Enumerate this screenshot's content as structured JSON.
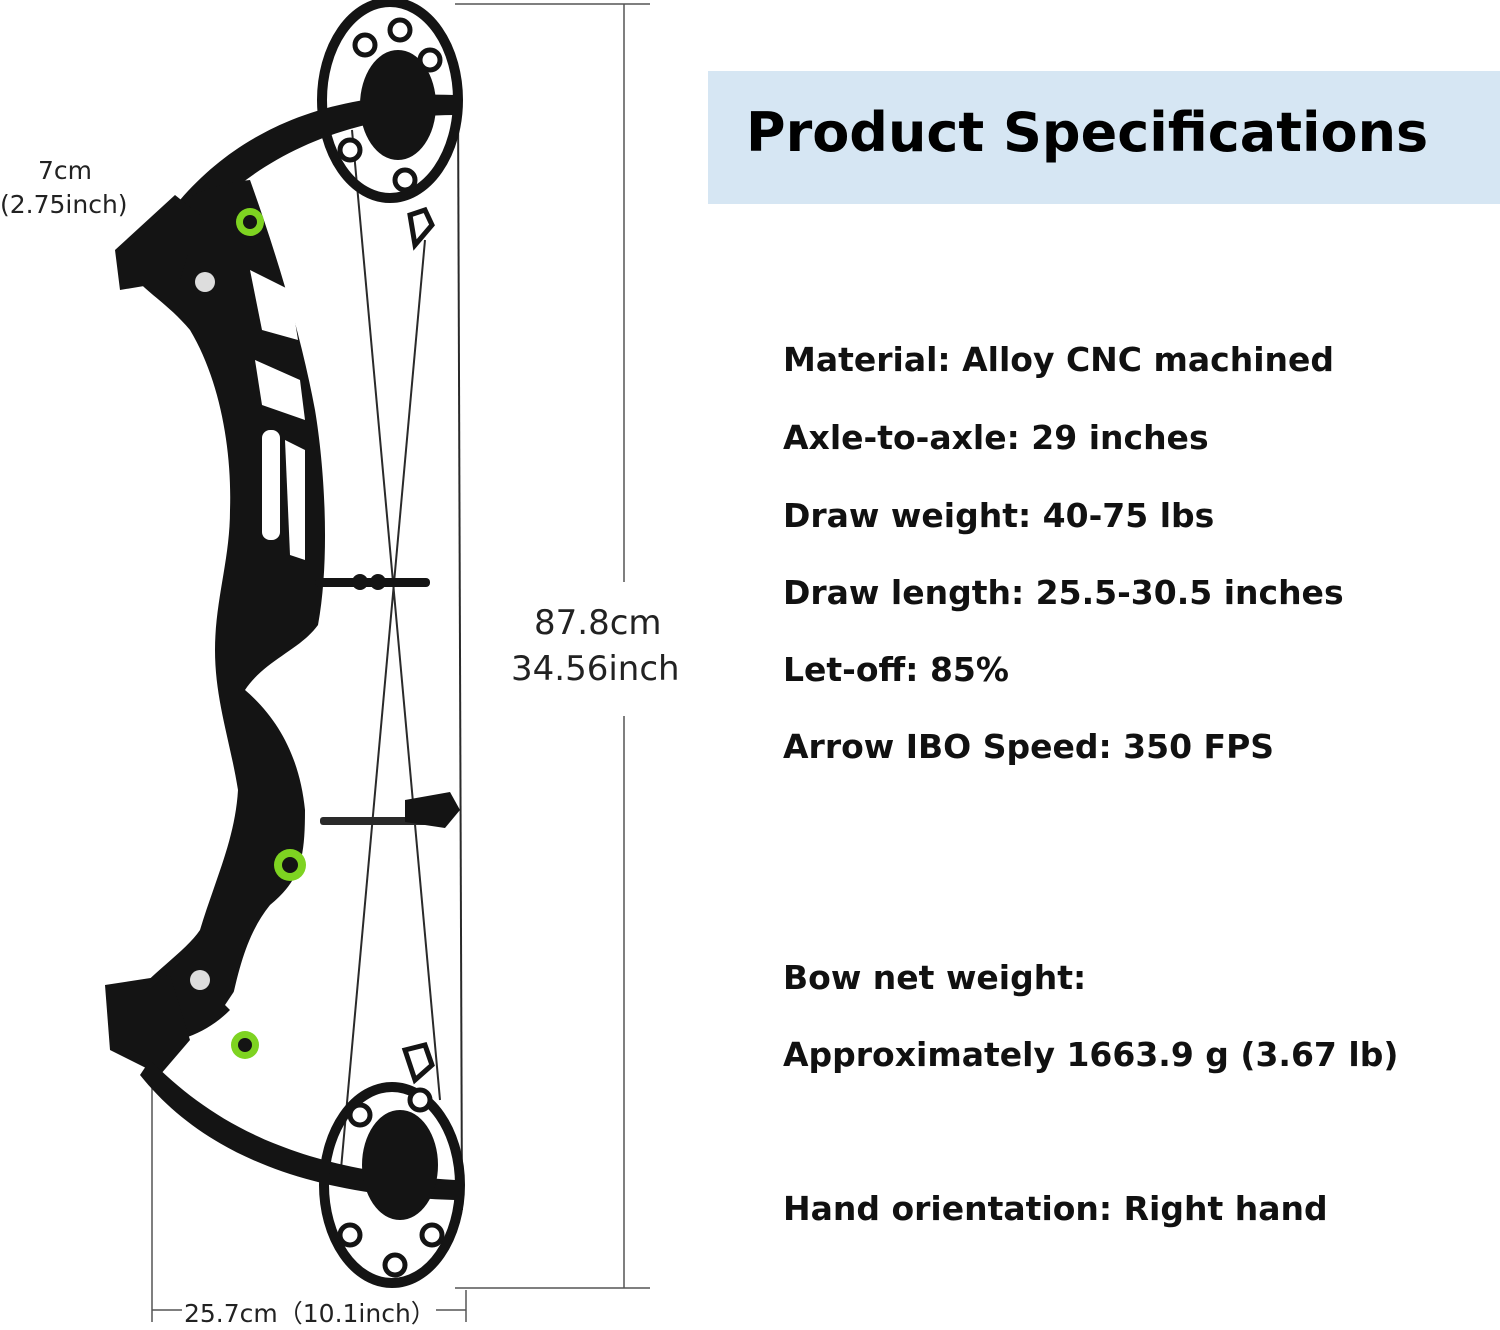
{
  "title": "Product Specifications",
  "dimensions": {
    "top_width_cm": "7cm",
    "top_width_in": "(2.75inch)",
    "height_cm": "87.8cm",
    "height_in": "34.56inch",
    "base_width": "25.7cm（10.1inch）"
  },
  "specs": {
    "material": "Material: Alloy CNC machined",
    "axle_to_axle": "Axle-to-axle: 29 inches",
    "draw_weight": "Draw weight: 40-75 lbs",
    "draw_length": "Draw length: 25.5-30.5 inches",
    "let_off": "Let-off: 85%",
    "ibo_speed": "Arrow IBO Speed: 350 FPS",
    "net_weight_label": "Bow net weight:",
    "net_weight_value": "Approximately 1663.9 g (3.67 lb)",
    "hand_orientation": "Hand orientation: Right hand"
  },
  "colors": {
    "banner": "#d6e6f3",
    "bow_body": "#141414",
    "accent_green": "#7ed321",
    "dimension_lines": "#555555"
  }
}
